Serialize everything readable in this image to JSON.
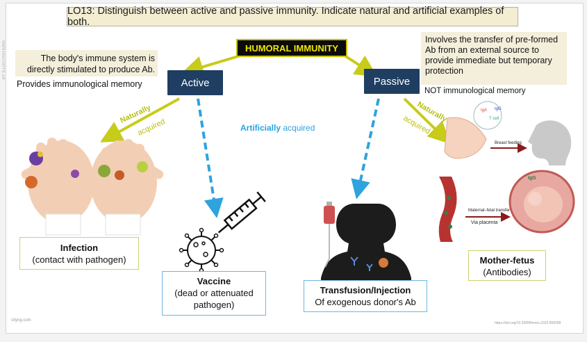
{
  "title": "LO13: Distinguish between active and passive immunity. Indicate natural and artificial examples of both.",
  "center": "HUMORAL IMMUNITY",
  "active": {
    "label": "Active",
    "description": "The body's immune system is directly stimulated to produce Ab.",
    "memory": "Provides immunological memory"
  },
  "passive": {
    "label": "Passive",
    "description": "Involves the transfer of pre-formed Ab from an external source to provide immediate but temporary protection",
    "memory": "NOT immunological memory"
  },
  "arrows": {
    "naturally": "Naturally",
    "acquired": "acquired",
    "artificially": "Artificially",
    "artificially_suffix": " acquired"
  },
  "examples": {
    "infection": {
      "title": "Infection",
      "subtitle": "(contact with pathogen)"
    },
    "vaccine": {
      "title": "Vaccine",
      "subtitle": "(dead or attenuated pathogen)"
    },
    "transfusion": {
      "title": "Transfusion/Injection",
      "subtitle": "Of exogenous donor's Ab"
    },
    "mother_fetus": {
      "title": "Mother-fetus",
      "subtitle": "(Antibodies)"
    }
  },
  "illustration_labels": {
    "breast_feeding": "Breast feeding",
    "maternal_transfer": "Maternal–fetal transfer",
    "via_placenta": "Via placenta",
    "igg": "IgG",
    "iga": "IgA",
    "t_cell": "T cell"
  },
  "footer": {
    "left": "cityng.com",
    "right": "https://doi.org/10.3389/fimmu.2022.850098",
    "side": "BY ILLUSTRATIONS"
  },
  "colors": {
    "natural_arrow": "#c7cb1a",
    "artificial_arrow": "#2ea3dd",
    "node_bg": "#1f3e62",
    "note_bg": "#f4efdb"
  }
}
